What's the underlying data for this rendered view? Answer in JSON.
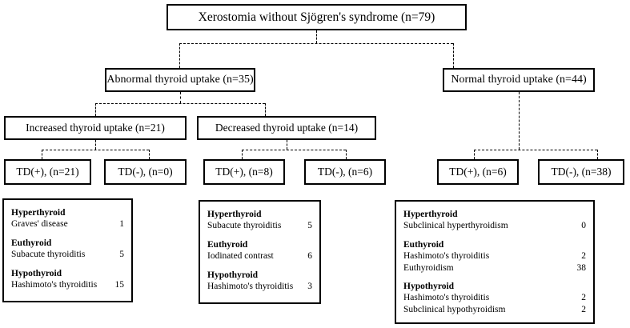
{
  "diagram": {
    "title": "Xerostomia without Sjögren's syndrome  (n=79)",
    "root": {
      "label": "Xerostomia without Sjögren's syndrome  (n=79)"
    },
    "level2": [
      {
        "label": "Abnormal thyroid uptake (n=35)"
      },
      {
        "label": "Normal thyroid uptake (n=44)"
      }
    ],
    "level3": [
      {
        "label": "Increased thyroid uptake (n=21)"
      },
      {
        "label": "Decreased thyroid uptake (n=14)"
      }
    ],
    "td_boxes": [
      {
        "label": "TD(+), (n=21)"
      },
      {
        "label": "TD(-), (n=0)"
      },
      {
        "label": "TD(+), (n=8)"
      },
      {
        "label": "TD(-), (n=6)"
      },
      {
        "label": "TD(+), (n=6)"
      },
      {
        "label": "TD(-), (n=38)"
      }
    ],
    "details": [
      {
        "groups": [
          {
            "header": "Hyperthyroid",
            "rows": [
              {
                "name": "Graves' disease",
                "count": "1"
              }
            ]
          },
          {
            "header": "Euthyroid",
            "rows": [
              {
                "name": "Subacute thyroiditis",
                "count": "5"
              }
            ]
          },
          {
            "header": "Hypothyroid",
            "rows": [
              {
                "name": "Hashimoto's thyroiditis",
                "count": "15"
              }
            ]
          }
        ]
      },
      {
        "groups": [
          {
            "header": "Hyperthyroid",
            "rows": [
              {
                "name": "Subacute thyroiditis",
                "count": "5"
              }
            ]
          },
          {
            "header": "Euthyroid",
            "rows": [
              {
                "name": "Iodinated contrast",
                "count": "6"
              }
            ]
          },
          {
            "header": "Hypothyroid",
            "rows": [
              {
                "name": "Hashimoto's thyroiditis",
                "count": "3"
              }
            ]
          }
        ]
      },
      {
        "groups": [
          {
            "header": "Hyperthyroid",
            "rows": [
              {
                "name": "Subclinical hyperthyroidism",
                "count": "0"
              }
            ]
          },
          {
            "header": "Euthyroid",
            "rows": [
              {
                "name": "Hashimoto's thyroiditis",
                "count": "2"
              },
              {
                "name": "Euthyroidism",
                "count": "38"
              }
            ]
          },
          {
            "header": "Hypothyroid",
            "rows": [
              {
                "name": "Hashimoto's thyroiditis",
                "count": "2"
              },
              {
                "name": "Subclinical hypothyroidism",
                "count": "2"
              }
            ]
          }
        ]
      }
    ],
    "colors": {
      "border": "#000000",
      "background": "#ffffff",
      "text": "#000000"
    }
  }
}
